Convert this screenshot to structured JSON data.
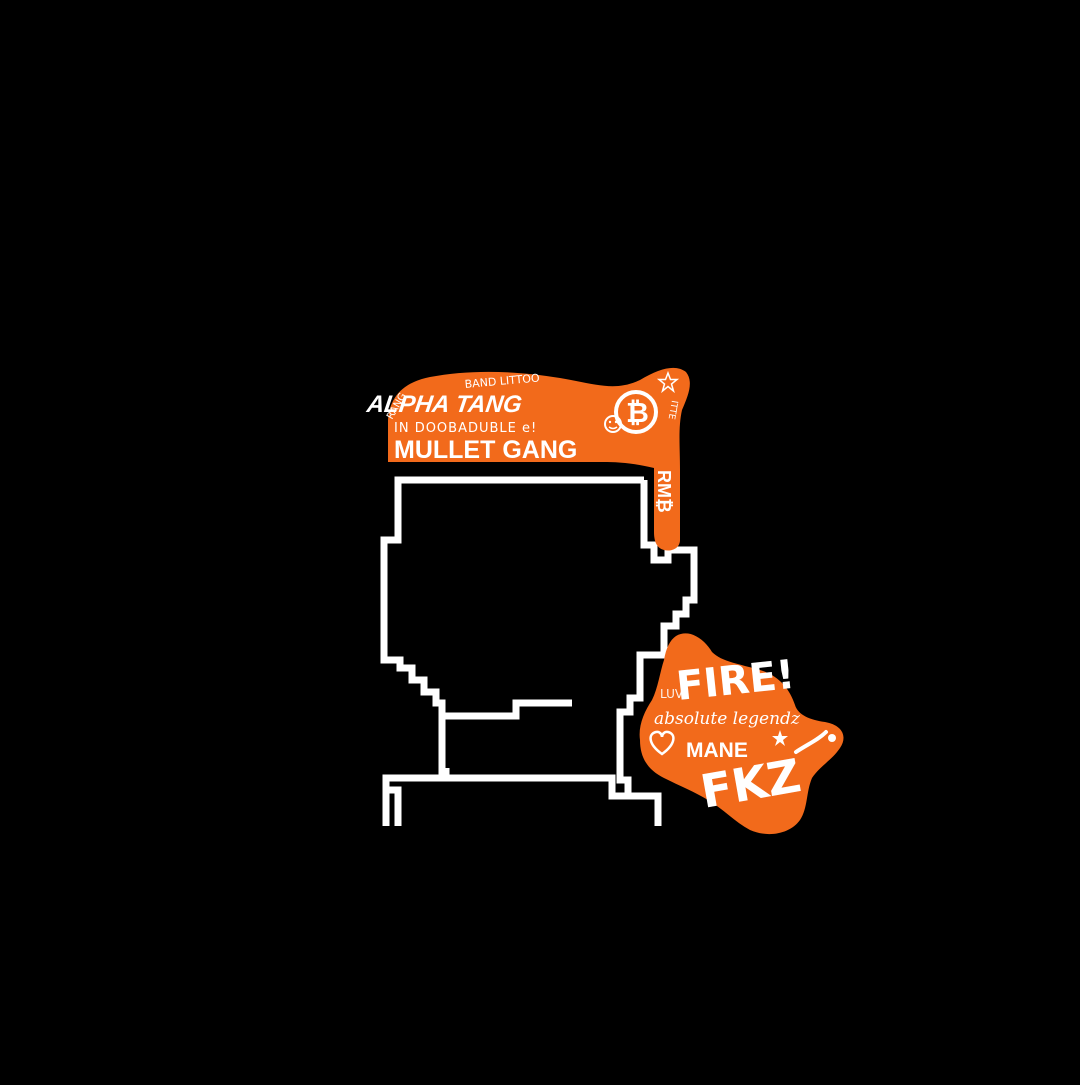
{
  "colors": {
    "background": "#000000",
    "accent_orange": "#F26A1B",
    "outline": "#FFFFFF",
    "text": "#FFFFFF"
  },
  "headband": {
    "small_text_top": "BAND LITTOO",
    "small_text_left": "RANG",
    "title": "ALPHA TANG",
    "doodle_line": "IN DOOBADUBLE e!",
    "main_text": "MULLET GANG",
    "tail_text": "RM₿",
    "side_text": "ITTE"
  },
  "icons": [
    "bitcoin-icon",
    "smiley-icon",
    "star-icon",
    "heart-icon"
  ],
  "splash": {
    "fire": "FIRE!",
    "luv": "LUV",
    "legendz": "absolute legendz",
    "mane": "MANE",
    "signature": "FKZ"
  }
}
